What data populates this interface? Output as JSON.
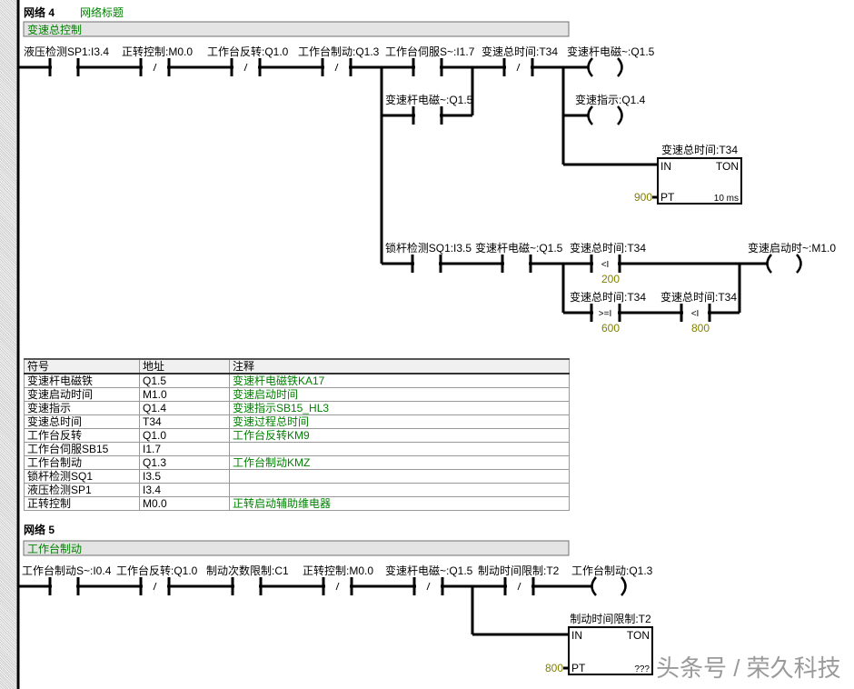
{
  "network4": {
    "title": "网络 4",
    "title_label": "网络标题",
    "comment": "变速总控制",
    "row1": [
      {
        "label": "液压检测SP1:I3.4",
        "type": "NO"
      },
      {
        "label": "正转控制:M0.0",
        "type": "NC"
      },
      {
        "label": "工作台反转:Q1.0",
        "type": "NC"
      },
      {
        "label": "工作台制动:Q1.3",
        "type": "NC"
      },
      {
        "label": "工作台伺服S~:I1.7",
        "type": "NO"
      },
      {
        "label": "变速总时间:T34",
        "type": "NC"
      }
    ],
    "coil1": "变速杆电磁~:Q1.5",
    "seal_contact": "变速杆电磁~:Q1.5",
    "coil2": "变速指示:Q1.4",
    "timer": {
      "name": "变速总时间:T34",
      "in": "IN",
      "type": "TON",
      "pt_label": "PT",
      "pt_value": "900",
      "base": "10 ms"
    },
    "row3": [
      {
        "label": "锁杆检测SQ1:I3.5",
        "type": "NO"
      },
      {
        "label": "变速杆电磁~:Q1.5",
        "type": "NO"
      }
    ],
    "cmp1": {
      "label": "变速总时间:T34",
      "op": "<I",
      "value": "200"
    },
    "cmp2": {
      "label": "变速总时间:T34",
      "op": ">=I",
      "value": "600"
    },
    "cmp3": {
      "label": "变速总时间:T34",
      "op": "<I",
      "value": "800"
    },
    "coil3": "变速启动时~:M1.0"
  },
  "symbol_table": {
    "headers": [
      "符号",
      "地址",
      "注释"
    ],
    "rows": [
      [
        "变速杆电磁铁",
        "Q1.5",
        "变速杆电磁铁KA17"
      ],
      [
        "变速启动时间",
        "M1.0",
        "变速启动时间"
      ],
      [
        "变速指示",
        "Q1.4",
        "变速指示SB15_HL3"
      ],
      [
        "变速总时间",
        "T34",
        "变速过程总时间"
      ],
      [
        "工作台反转",
        "Q1.0",
        "工作台反转KM9"
      ],
      [
        "工作台伺服SB15",
        "I1.7",
        ""
      ],
      [
        "工作台制动",
        "Q1.3",
        "工作台制动KMZ"
      ],
      [
        "锁杆检测SQ1",
        "I3.5",
        ""
      ],
      [
        "液压检测SP1",
        "I3.4",
        ""
      ],
      [
        "正转控制",
        "M0.0",
        "正转启动辅助维电器"
      ]
    ]
  },
  "network5": {
    "title": "网络 5",
    "comment": "工作台制动",
    "row1": [
      {
        "label": "工作台制动S~:I0.4",
        "type": "NO"
      },
      {
        "label": "工作台反转:Q1.0",
        "type": "NC"
      },
      {
        "label": "制动次数限制:C1",
        "type": "NO"
      },
      {
        "label": "正转控制:M0.0",
        "type": "NC"
      },
      {
        "label": "变速杆电磁~:Q1.5",
        "type": "NC"
      },
      {
        "label": "制动时间限制:T2",
        "type": "NC"
      }
    ],
    "coil": "工作台制动:Q1.3",
    "timer": {
      "name": "制动时间限制:T2",
      "in": "IN",
      "type": "TON",
      "pt_label": "PT",
      "pt_value": "800",
      "base": "???"
    }
  },
  "watermark": "头条号 / 荣久科技",
  "colors": {
    "comment_text": "#008000",
    "constant": "#808000",
    "comment_bar": "#e4e4e4"
  }
}
